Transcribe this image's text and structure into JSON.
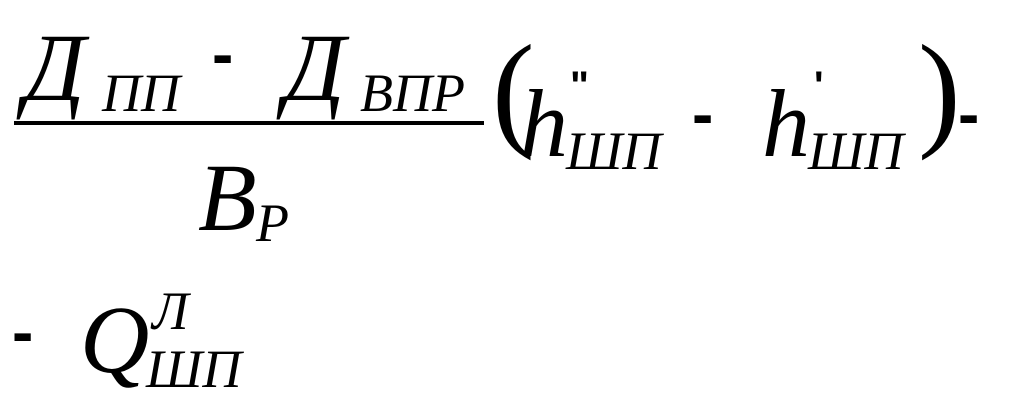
{
  "formula": {
    "numerator": {
      "d1_main": "Д",
      "d1_sub": "ПП",
      "minus": "-",
      "d2_main": "Д",
      "d2_sub": "ВПР"
    },
    "denominator": {
      "main": "В",
      "sub": "Р"
    },
    "paren_open": "(",
    "h1": {
      "main": "h",
      "prime": "\"",
      "sub": "ШП"
    },
    "inner_minus": "-",
    "h2": {
      "main": "h",
      "prime": "'",
      "sub": "ШП"
    },
    "paren_close": ")",
    "trailing_minus": "-",
    "line2": {
      "leading_minus": "-",
      "q_main": "Q",
      "q_sup": "Л",
      "q_sub": "ШП"
    }
  }
}
